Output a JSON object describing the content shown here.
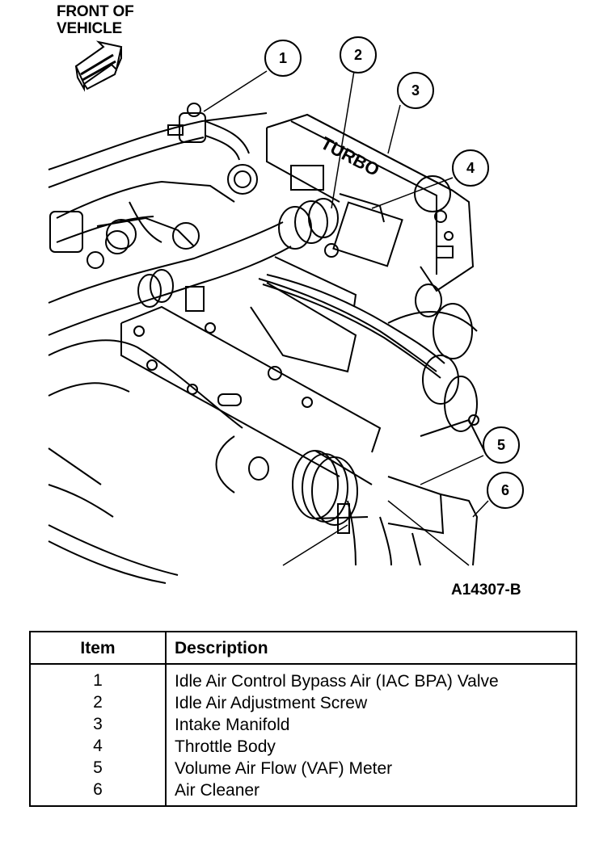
{
  "figure": {
    "front_label_line1": "FRONT OF",
    "front_label_line2": "VEHICLE",
    "figure_id": "A14307-B",
    "callouts": [
      "1",
      "2",
      "3",
      "4",
      "5",
      "6"
    ]
  },
  "legend": {
    "header_item": "Item",
    "header_description": "Description",
    "rows": [
      {
        "item": "1",
        "description": "Idle Air Control Bypass Air (IAC BPA) Valve"
      },
      {
        "item": "2",
        "description": "Idle Air Adjustment Screw"
      },
      {
        "item": "3",
        "description": "Intake Manifold"
      },
      {
        "item": "4",
        "description": "Throttle Body"
      },
      {
        "item": "5",
        "description": "Volume Air Flow (VAF) Meter"
      },
      {
        "item": "6",
        "description": "Air Cleaner"
      }
    ]
  }
}
